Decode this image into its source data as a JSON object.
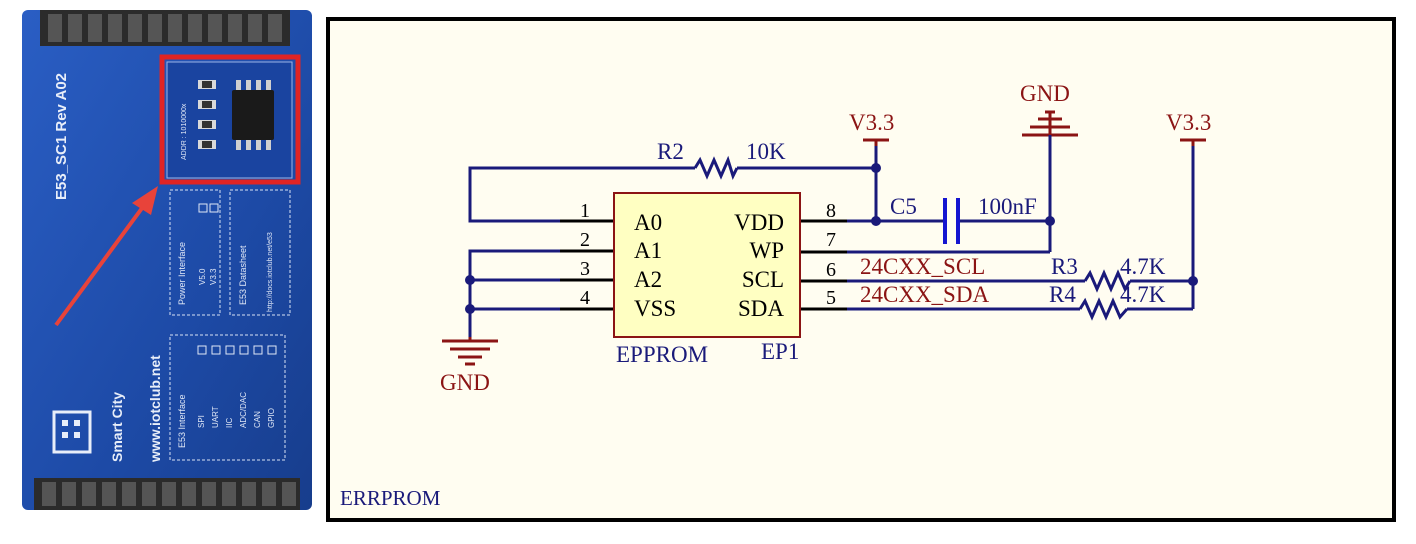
{
  "photo": {
    "board_id": "E53_SC1  Rev A02",
    "chip_addr": "ADDR : 1010000x",
    "power_title": "Power Interface",
    "power_items": [
      "V5.0",
      "V3.3"
    ],
    "datasheet_title": "E53 Datasheet",
    "datasheet_url": "http://docs.iotclub.net/e53",
    "interface_title": "E53 Interface",
    "interface_items": [
      "SPI",
      "UART",
      "IIC",
      "ADC/DAC",
      "CAN",
      "GPIO"
    ],
    "website": "www.iotclub.net",
    "brand": "Smart City",
    "highlight_color": "#e02424",
    "pcb_color": "#1e4fb0"
  },
  "schematic": {
    "chip_name": "EPPROM",
    "chip_ref": "EP1",
    "left_pins": [
      {
        "num": "1",
        "name": "A0"
      },
      {
        "num": "2",
        "name": "A1"
      },
      {
        "num": "3",
        "name": "A2"
      },
      {
        "num": "4",
        "name": "VSS"
      }
    ],
    "right_pins": [
      {
        "num": "8",
        "name": "VDD"
      },
      {
        "num": "7",
        "name": "WP"
      },
      {
        "num": "6",
        "name": "SCL"
      },
      {
        "num": "5",
        "name": "SDA"
      }
    ],
    "r2_ref": "R2",
    "r2_value": "10K",
    "c5_ref": "C5",
    "c5_value": "100nF",
    "r3_ref": "R3",
    "r3_value": "4.7K",
    "r4_ref": "R4",
    "r4_value": "4.7K",
    "net_scl": "24CXX_SCL",
    "net_sda": "24CXX_SDA",
    "power_left": "V3.3",
    "power_right": "V3.3",
    "gnd_top": "GND",
    "gnd_bottom": "GND",
    "sheet_label": "ERRPROM",
    "colors": {
      "wire": "#1a1a7a",
      "pin": "#000000",
      "power": "#8b1414",
      "chip_fill": "#ffffc2",
      "chip_border": "#8b1414",
      "frame_bg": "#fffdf1"
    }
  }
}
